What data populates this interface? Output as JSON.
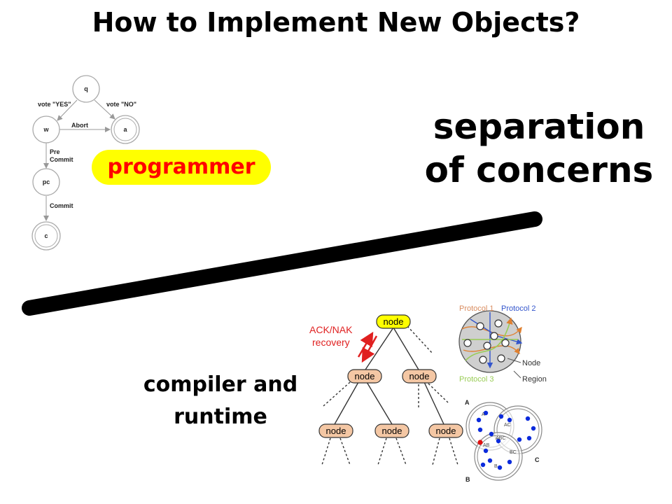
{
  "slide": {
    "title": "How to Implement New Objects?",
    "separation_line1": "separation",
    "separation_line2": "of concerns",
    "programmer_label": "programmer",
    "compiler_line1": "compiler and",
    "compiler_line2": "runtime"
  },
  "state_machine": {
    "states": [
      "q",
      "w",
      "a",
      "pc",
      "c"
    ],
    "edges": {
      "vote_yes": "vote \"YES\"",
      "vote_no": "vote \"NO\"",
      "abort": "Abort",
      "pre": "Pre",
      "commit1": "Commit",
      "commit2": "Commit"
    }
  },
  "tree": {
    "root": "node",
    "level1": [
      "node",
      "node"
    ],
    "level2": [
      "node",
      "node",
      "node"
    ],
    "recovery_line1": "ACK/NAK",
    "recovery_line2": "recovery"
  },
  "protocol_diagram": {
    "protocol1": "Protocol 1",
    "protocol2": "Protocol 2",
    "protocol3": "Protocol 3",
    "node_label": "Node",
    "region_label": "Region"
  },
  "venn_diagram": {
    "outer_a": "A",
    "outer_b": "B",
    "outer_c": "C",
    "a": "A",
    "ac": "AC",
    "abc": "ABC",
    "ab": "AB",
    "bc": "BC",
    "b": "B"
  },
  "colors": {
    "pill_fill": "#ffff00",
    "pill_text": "#ff0000",
    "node_fill": "#f4c7a4",
    "root_fill": "#ffff00",
    "arrow_red": "#e02020",
    "protocol1": "#d98c5f",
    "protocol2": "#3355cc",
    "protocol3": "#99cc55",
    "dot_blue": "#0a2adc",
    "dot_red": "#e01010"
  }
}
